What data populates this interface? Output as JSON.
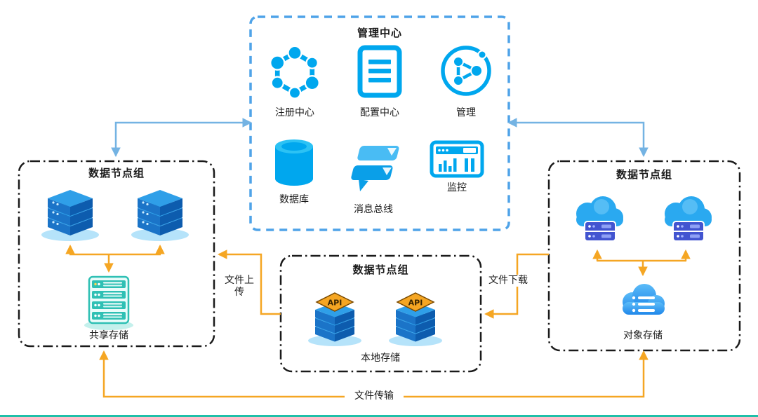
{
  "management_center": {
    "title": "管理中心",
    "items": [
      {
        "label": "注册中心",
        "icon": "registry-icon"
      },
      {
        "label": "配置中心",
        "icon": "config-icon"
      },
      {
        "label": "管理",
        "icon": "manage-icon"
      },
      {
        "label": "数据库",
        "icon": "database-icon"
      },
      {
        "label": "消息总线",
        "icon": "message-bus-icon"
      },
      {
        "label": "监控",
        "icon": "monitor-icon"
      }
    ]
  },
  "left_group": {
    "title": "数据节点组",
    "storage_label": "共享存储"
  },
  "center_group": {
    "title": "数据节点组",
    "storage_label": "本地存储",
    "api_badge": "API"
  },
  "right_group": {
    "title": "数据节点组",
    "storage_label": "对象存储"
  },
  "edges": {
    "upload": "文件上传",
    "download": "文件下载",
    "transfer": "文件传输"
  },
  "colors": {
    "icon_blue": "#00a7ee",
    "management_border_blue": "#4fa3e8",
    "group_border_black": "#1a1a1a",
    "arrow_blue": "#74b3e3",
    "arrow_orange": "#f5a623",
    "storage_teal": "#2fc0b4",
    "server_blue": "#2f9fe8",
    "cloud_server_indigo": "#4254d0",
    "bottom_bar_teal": "#1fbfa8"
  }
}
